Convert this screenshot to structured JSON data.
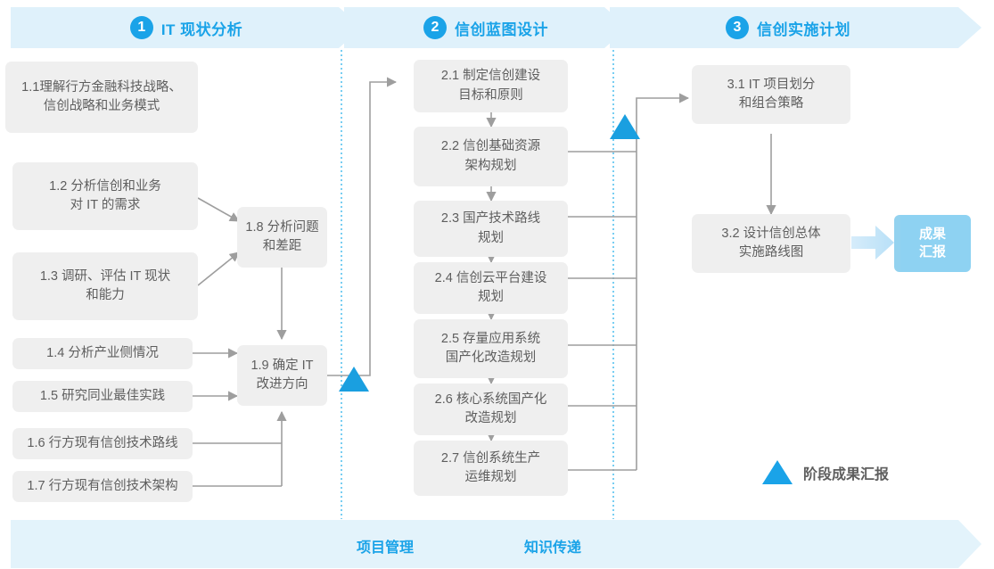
{
  "diagram": {
    "title_semantic": "信创IT规划流程图",
    "accent_color": "#1aa3e8",
    "band_color": "#dff1fb",
    "node_color": "#efefef",
    "connector_color": "#9e9e9e"
  },
  "phases": [
    {
      "number": "1",
      "title": "IT 现状分析"
    },
    {
      "number": "2",
      "title": "信创蓝图设计"
    },
    {
      "number": "3",
      "title": "信创实施计划"
    }
  ],
  "nodes": {
    "n11": "1.1理解行方金融科技战略、\n信创战略和业务模式",
    "n12": "1.2 分析信创和业务\n对 IT 的需求",
    "n13": "1.3 调研、评估 IT 现状\n和能力",
    "n14": "1.4 分析产业侧情况",
    "n15": "1.5 研究同业最佳实践",
    "n16": "1.6 行方现有信创技术路线",
    "n17": "1.7 行方现有信创技术架构",
    "n18": "1.8 分析问题\n和差距",
    "n19": "1.9 确定 IT\n改进方向",
    "n21": "2.1 制定信创建设\n目标和原则",
    "n22": "2.2 信创基础资源\n架构规划",
    "n23": "2.3 国产技术路线\n规划",
    "n24": "2.4 信创云平台建设\n规划",
    "n25": "2.5 存量应用系统\n国产化改造规划",
    "n26": "2.6 核心系统国产化\n改造规划",
    "n27": "2.7 信创系统生产\n运维规划",
    "n31": "3.1 IT 项目划分\n和组合策略",
    "n32": "3.2 设计信创总体\n实施路线图",
    "result": "成果\n汇报"
  },
  "legend": {
    "marker_label": "阶段成果汇报"
  },
  "bottom_band": {
    "labels": [
      "项目管理",
      "知识传递"
    ]
  }
}
